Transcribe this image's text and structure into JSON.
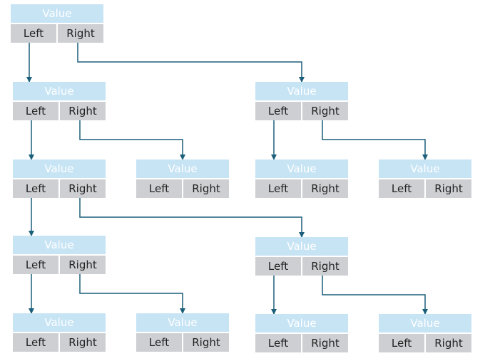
{
  "colors": {
    "value_fill": "#c7e4f5",
    "value_text": "#ffffff",
    "pointer_fill": "#cdcfd3",
    "pointer_text": "#222222",
    "edge": "#1c5f7a"
  },
  "nodes": [
    {
      "id": "n0",
      "value": "Value",
      "left": "Left",
      "right": "Right"
    },
    {
      "id": "n1",
      "value": "Value",
      "left": "Left",
      "right": "Right"
    },
    {
      "id": "n2",
      "value": "Value",
      "left": "Left",
      "right": "Right"
    },
    {
      "id": "n3",
      "value": "Value",
      "left": "Left",
      "right": "Right"
    },
    {
      "id": "n4",
      "value": "Value",
      "left": "Left",
      "right": "Right"
    },
    {
      "id": "n5",
      "value": "Value",
      "left": "Left",
      "right": "Right"
    },
    {
      "id": "n6",
      "value": "Value",
      "left": "Left",
      "right": "Right"
    },
    {
      "id": "n7",
      "value": "Value",
      "left": "Left",
      "right": "Right"
    },
    {
      "id": "n8",
      "value": "Value",
      "left": "Left",
      "right": "Right"
    },
    {
      "id": "n9",
      "value": "Value",
      "left": "Left",
      "right": "Right"
    },
    {
      "id": "n10",
      "value": "Value",
      "left": "Left",
      "right": "Right"
    },
    {
      "id": "n11",
      "value": "Value",
      "left": "Left",
      "right": "Right"
    },
    {
      "id": "n12",
      "value": "Value",
      "left": "Left",
      "right": "Right"
    }
  ],
  "edges": [
    {
      "from": "n0",
      "side": "left",
      "to": "n1"
    },
    {
      "from": "n0",
      "side": "right",
      "to": "n2"
    },
    {
      "from": "n1",
      "side": "left",
      "to": "n3"
    },
    {
      "from": "n1",
      "side": "right",
      "to": "n4"
    },
    {
      "from": "n2",
      "side": "left",
      "to": "n5"
    },
    {
      "from": "n2",
      "side": "right",
      "to": "n6"
    },
    {
      "from": "n3",
      "side": "left",
      "to": "n7"
    },
    {
      "from": "n3",
      "side": "right",
      "to": "n8"
    },
    {
      "from": "n7",
      "side": "left",
      "to": "n9"
    },
    {
      "from": "n7",
      "side": "right",
      "to": "n10"
    },
    {
      "from": "n8",
      "side": "left",
      "to": "n11"
    },
    {
      "from": "n8",
      "side": "right",
      "to": "n12"
    }
  ]
}
